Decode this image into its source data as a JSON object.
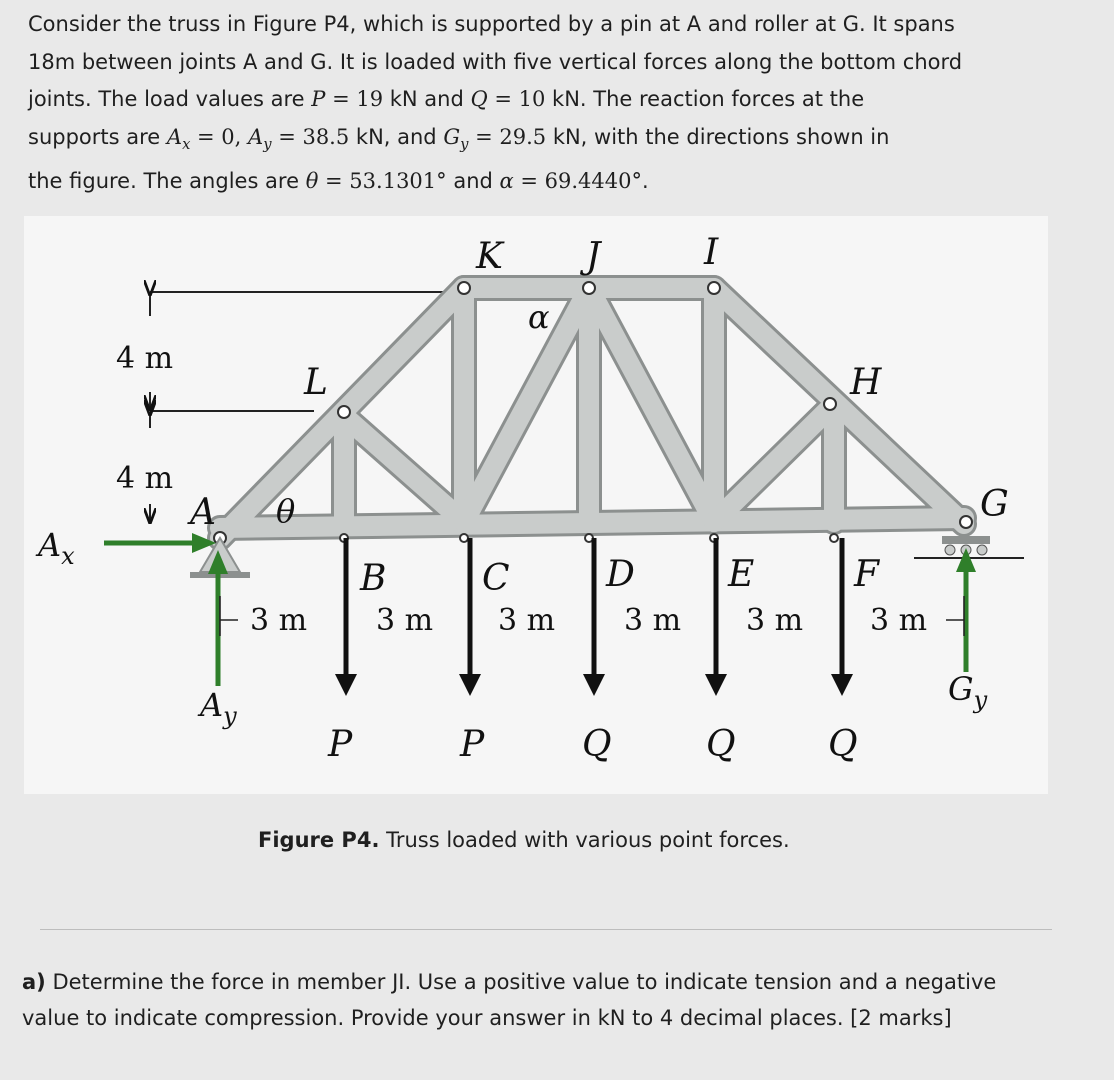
{
  "problem": {
    "line1": "Consider the truss in Figure P4, which is supported by a pin at A and roller at G. It spans",
    "line2": "18m between joints A and G. It is loaded with five vertical forces along the bottom chord",
    "l3a": "joints. The load values are ",
    "l3P": "P",
    "l3eq1": " = 19",
    "l3kN1": " kN and ",
    "l3Q": "Q",
    "l3eq2": " = 10",
    "l3kN2": " kN. The reaction forces at the",
    "l4a": "supports are ",
    "l4Ax": "A",
    "l4Axsub": "x",
    "l4eq1": " = 0, ",
    "l4Ay": "A",
    "l4Aysub": "y",
    "l4eq2": " = 38.5",
    "l4kN1": " kN, and ",
    "l4Gy": "G",
    "l4Gysub": "y",
    "l4eq3": " = 29.5",
    "l4tail": " kN, with the directions shown in",
    "l5a": "the figure. The angles are ",
    "l5theta": "θ",
    "l5eq1": " = 53.1301°",
    "l5and": " and ",
    "l5alpha": "α",
    "l5eq2": " = 69.4440°",
    "l5end": "."
  },
  "figure": {
    "joints": {
      "A": "A",
      "B": "B",
      "C": "C",
      "D": "D",
      "E": "E",
      "F": "F",
      "G": "G",
      "H": "H",
      "I": "I",
      "J": "J",
      "K": "K",
      "L": "L"
    },
    "angle_theta": "θ",
    "angle_alpha": "α",
    "dim_4m_upper": "4 m",
    "dim_4m_lower": "4 m",
    "span_labels": [
      "3 m",
      "3 m",
      "3 m",
      "3 m",
      "3 m",
      "3 m"
    ],
    "loads": [
      "P",
      "P",
      "Q",
      "Q",
      "Q"
    ],
    "reaction_ax": "A",
    "reaction_ax_sub": "x",
    "reaction_ay": "A",
    "reaction_ay_sub": "y",
    "reaction_gy": "G",
    "reaction_gy_sub": "y",
    "colors": {
      "member": "#c9cccb",
      "member_edge": "#8c908f",
      "reaction": "#2f7f2a",
      "load": "#111111"
    }
  },
  "caption": {
    "bold": "Figure P4.",
    "text": " Truss loaded with various point forces."
  },
  "question": {
    "label": "a)",
    "line1": " Determine the force in member JI. Use a positive value to indicate tension and a negative",
    "line2": "value to indicate compression. Provide your answer in kN to 4 decimal places. [2 marks]"
  }
}
